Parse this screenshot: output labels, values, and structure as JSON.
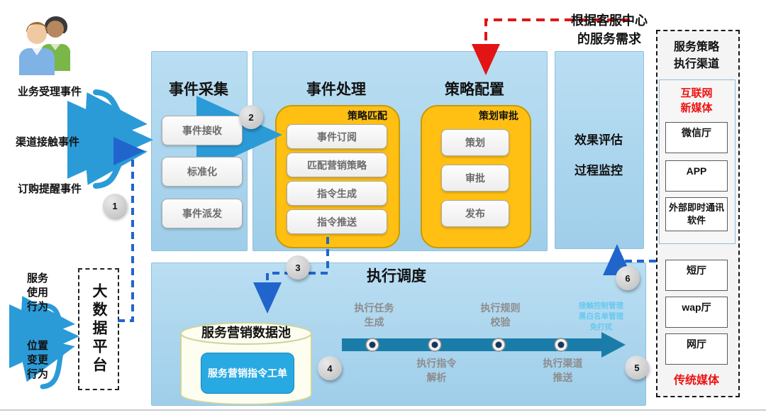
{
  "note_top_right": {
    "lines": [
      "根据客服中心",
      "的服务需求"
    ]
  },
  "sources": {
    "labels": [
      "业务受理事件",
      "渠道接触事件",
      "订购提醒事件"
    ]
  },
  "behaviors": {
    "service_usage_lines": [
      "服务",
      "使用",
      "行为"
    ],
    "location_change_lines": [
      "位置",
      "变更",
      "行为"
    ]
  },
  "big_data_platform": {
    "label": "大数据平台"
  },
  "event_collection": {
    "title": "事件采集",
    "items": [
      "事件接收",
      "标准化",
      "事件派发"
    ]
  },
  "event_processing": {
    "title": "事件处理",
    "group_label": "策略匹配",
    "items": [
      "事件订阅",
      "匹配营销策略",
      "指令生成",
      "指令推送"
    ]
  },
  "strategy_config": {
    "title": "策略配置",
    "group_label": "策划审批",
    "items": [
      "策划",
      "审批",
      "发布"
    ]
  },
  "evaluation": {
    "lines": [
      "效果评估",
      "过程监控"
    ]
  },
  "execution": {
    "title": "执行调度",
    "data_pool": {
      "title": "服务营销数据池",
      "work_order": "服务营销指令工单"
    },
    "steps": [
      {
        "lines": [
          "执行任务",
          "生成"
        ]
      },
      {
        "lines": [
          "执行指令",
          "解析"
        ]
      },
      {
        "lines": [
          "执行规则",
          "校验"
        ]
      },
      {
        "lines": [
          "执行渠道",
          "推送"
        ]
      }
    ],
    "note_lines": [
      "接触控制管理",
      "黑白名单管理",
      "免打扰"
    ]
  },
  "channels": {
    "title_lines": [
      "服务策略",
      "执行渠道"
    ],
    "internet": {
      "label_lines": [
        "互联网",
        "新媒体"
      ],
      "items": [
        "微信厅",
        "APP",
        "外部即时通讯软件"
      ]
    },
    "traditional": {
      "items": [
        "短厅",
        "wap厅",
        "网厅"
      ],
      "label": "传统媒体"
    }
  },
  "badges": [
    "1",
    "2",
    "3",
    "4",
    "5",
    "6"
  ],
  "colors": {
    "panel_blue": "#A9D3EC",
    "group_yellow": "#FFC013",
    "red_accent": "#E21414",
    "dashed_blue": "#2165CC",
    "solid_arrow_blue": "#2B9BD8",
    "timeline_teal": "#1A7CA8",
    "note_blue": "#66C9EF",
    "pool_blue": "#28A9E1"
  }
}
